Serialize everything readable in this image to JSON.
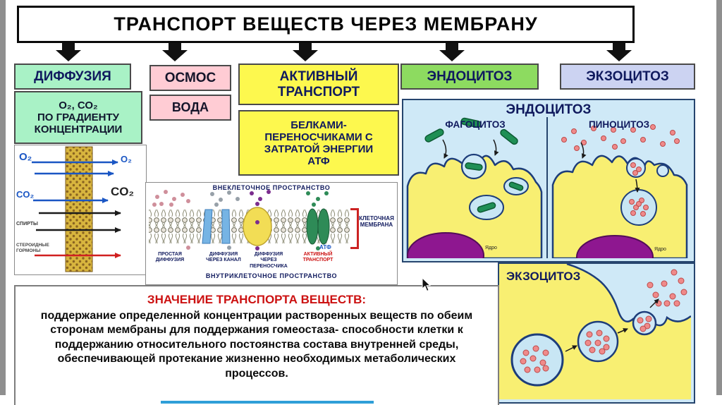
{
  "title": "ТРАНСПОРТ ВЕЩЕСТВ ЧЕРЕЗ МЕМБРАНУ",
  "columns": {
    "diffusion": {
      "label": "ДИФФУЗИЯ",
      "detail_lines": [
        "О₂, СО₂",
        "ПО ГРАДИЕНТУ",
        "КОНЦЕНТРАЦИИ"
      ]
    },
    "osmosis": {
      "label": "ОСМОС",
      "detail": "ВОДА"
    },
    "active_transport": {
      "label_lines": [
        "АКТИВНЫЙ",
        "ТРАНСПОРТ"
      ],
      "detail_lines": [
        "БЕЛКАМИ-",
        "ПЕРЕНОСЧИКАМИ С",
        "ЗАТРАТОЙ ЭНЕРГИИ",
        "АТФ"
      ]
    },
    "endocytosis": {
      "label": "ЭНДОЦИТОЗ"
    },
    "exocytosis": {
      "label": "ЭКЗОЦИТОЗ"
    }
  },
  "diffusion_diagram": {
    "o2_left": "O₂",
    "o2_right": "O₂",
    "co2_left": "CO₂",
    "co2_right": "CO₂",
    "alcohols": "СПИРТЫ",
    "steroids": "СТЕРОИДНЫЕ ГОРМОНЫ"
  },
  "membrane_diagram": {
    "extracellular": "ВНЕКЛЕТОЧНОЕ ПРОСТРАНСТВО",
    "intracellular": "ВНУТРИКЛЕТОЧНОЕ ПРОСТРАНСТВО",
    "simple_diffusion": "ПРОСТАЯ ДИФФУЗИЯ",
    "channel_diffusion": "ДИФФУЗИЯ ЧЕРЕЗ КАНАЛ",
    "carrier_diffusion": "ДИФФУЗИЯ ЧЕРЕЗ ПЕРЕНОСЧИКА",
    "active_transport": "АКТИВНЫЙ ТРАНСПОРТ",
    "cell_membrane": "КЛЕТОЧНАЯ МЕМБРАНА",
    "atp": "АТФ"
  },
  "endocytosis_panel": {
    "title": "ЭНДОЦИТОЗ",
    "phagocytosis": "ФАГОЦИТОЗ",
    "pinocytosis": "ПИНОЦИТОЗ",
    "nucleus": "Ядро"
  },
  "exocytosis_panel": {
    "title": "ЭКЗОЦИТОЗ"
  },
  "meaning": {
    "title": "ЗНАЧЕНИЕ ТРАНСПОРТА ВЕЩЕСТВ:",
    "lead": "поддержание определенной концентрации растворенных веществ по обеим сторонам мембраны для поддержания гомеостаза-",
    "rest": " способности клетки к поддержанию относительного постоянства состава внутренней среды, обеспечивающей протекание жизненно необходимых метаболических процессов."
  },
  "palette": {
    "diffusion_box": "#a9f2c6",
    "osmosis_box": "#ffccd4",
    "active_transport_box": "#fdf84e",
    "endocytosis_box": "#8ddb60",
    "exocytosis_box": "#ccd3f2",
    "heading_navy": "#101a5e",
    "accent_red": "#cc1111",
    "panel_background_blue": "#cfe9f7",
    "cell_yellow": "#f8ef72",
    "nucleus_purple": "#8e1790",
    "bacteria_green": "#1f8f55",
    "vesicle_dot_pink": "#ef8a8a",
    "membrane_outline_navy": "#1d3d7a",
    "progress_bar_blue": "#2f9fd8"
  }
}
